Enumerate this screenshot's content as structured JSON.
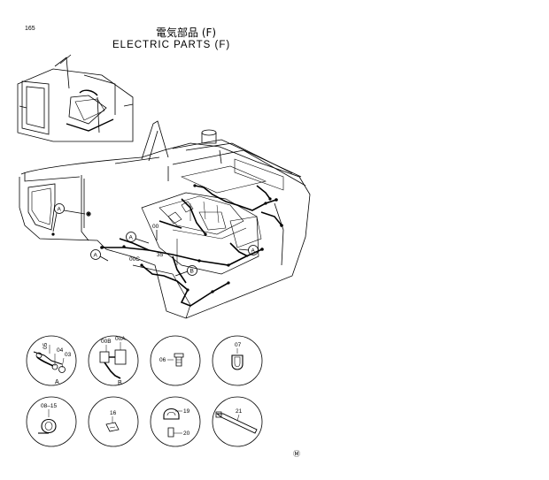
{
  "header": {
    "page_number": "165",
    "title_jp": "電気部品 (F)",
    "title_en": "ELECTRIC PARTS (F)"
  },
  "callouts": {
    "a1": "A",
    "a2": "A",
    "a3": "A",
    "a4": "A",
    "b": "B",
    "p00": "00",
    "p35": "35",
    "p00c": "00C"
  },
  "details": {
    "d1": {
      "parts": [
        "05",
        "04",
        "03"
      ],
      "tag": "A"
    },
    "d2": {
      "parts": [
        "00B",
        "00A"
      ],
      "tag": "B"
    },
    "d3": {
      "parts": [
        "06"
      ]
    },
    "d4": {
      "parts": [
        "07"
      ]
    },
    "d5": {
      "parts": [
        "08–15"
      ]
    },
    "d6": {
      "parts": [
        "16"
      ]
    },
    "d7": {
      "parts": [
        "19",
        "20"
      ]
    },
    "d8": {
      "parts": [
        "21"
      ]
    }
  },
  "footer": {
    "mark": "Ⓜ"
  }
}
